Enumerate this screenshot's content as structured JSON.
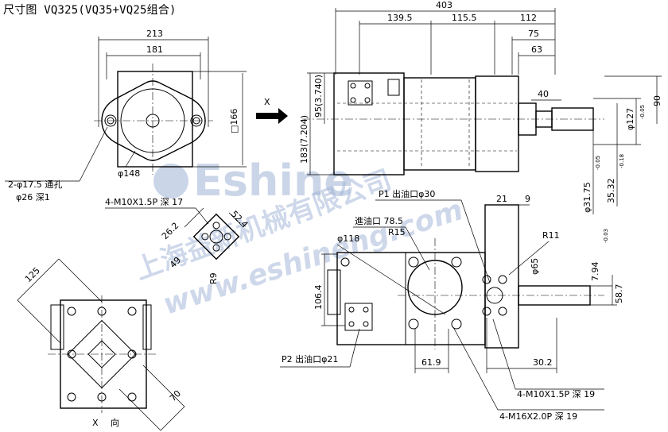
{
  "title": "尺寸图 VQ325(VQ35+VQ25组合)",
  "watermark": {
    "brand": "Eshine",
    "company": "上海益新机械有限公司",
    "url": "www.eshineng.com"
  },
  "front_view": {
    "dim_width": "213",
    "dim_inner": "181",
    "dim_square": "□166",
    "dim_pilot": "φ148",
    "holes_note": "2-φ17.5 通孔",
    "counterbore_note": "φ26 深1"
  },
  "side_view_top": {
    "dim_overall": "403",
    "dim_a": "139.5",
    "dim_b": "115.5",
    "dim_c": "112",
    "dim_d": "75",
    "dim_e": "63",
    "dim_f": "40",
    "dim_h1": "95(3.740)",
    "dim_h2": "183(7.204)",
    "dim_shaft1": "φ127",
    "dim_shaft1_tol": "-0.05",
    "dim_shaft2": "φ31.75",
    "dim_shaft2_tol": "-0.05",
    "dim_shaft3": "35.32",
    "dim_shaft3_tol": "-0.18",
    "dim_key": "90",
    "view_arrow": "X"
  },
  "port_detail": {
    "thread_note": "4-M10X1.5P 深 17",
    "dim_a": "26.2",
    "dim_b": "52.4",
    "dim_c": "49",
    "dim_r": "R9"
  },
  "x_view": {
    "dim_a": "125",
    "dim_b": "70",
    "label": "X 向"
  },
  "side_view_bottom": {
    "p1_label": "P1 出油口φ30",
    "suction_label": "進油口 78.5",
    "dim_bore": "φ118",
    "dim_r15": "R15",
    "dim_height": "106.4",
    "dim_21": "21",
    "dim_9": "9",
    "dim_r11": "R11",
    "dim_65": "φ65",
    "dim_794": "7.94",
    "dim_794_tol": "-0.03",
    "dim_587": "58.7",
    "dim_619": "61.9",
    "dim_302": "30.2",
    "p2_label": "P2 出油口φ21",
    "thread1": "4-M10X1.5P 深 19",
    "thread2": "4-M16X2.0P 深 19"
  }
}
